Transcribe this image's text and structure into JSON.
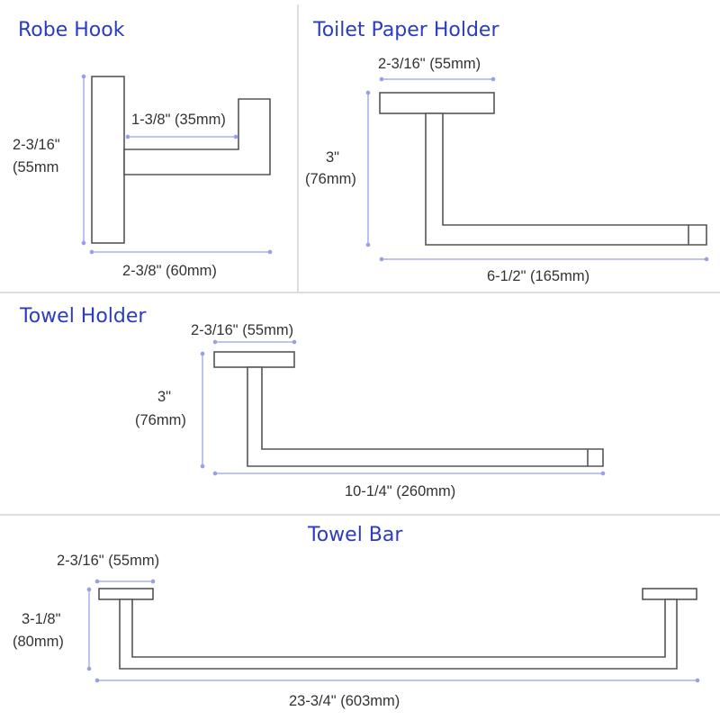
{
  "colors": {
    "title": "#2a3dbf",
    "dimension_line": "#9aa0e8",
    "outline": "#555555",
    "separator": "#d4d4d4"
  },
  "robe_hook": {
    "title": "Robe Hook",
    "height_in": "2-3/16\"",
    "height_mm": "(55mm",
    "arm_label": "1-3/8\" (35mm)",
    "depth_label": "2-3/8\" (60mm)"
  },
  "toilet_paper_holder": {
    "title": "Toilet Paper Holder",
    "base_label": "2-3/16\" (55mm)",
    "height_in": "3\"",
    "height_mm": "(76mm)",
    "length_label": "6-1/2\" (165mm)"
  },
  "towel_holder": {
    "title": "Towel Holder",
    "base_label": "2-3/16\" (55mm)",
    "height_in": "3\"",
    "height_mm": "(76mm)",
    "length_label": "10-1/4\" (260mm)"
  },
  "towel_bar": {
    "title": "Towel Bar",
    "base_label": "2-3/16\" (55mm)",
    "height_in": "3-1/8\"",
    "height_mm": "(80mm)",
    "length_label": "23-3/4\" (603mm)"
  }
}
